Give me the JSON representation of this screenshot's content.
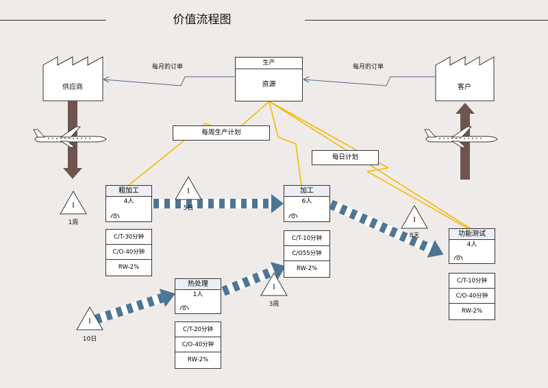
{
  "title": "价值流程图",
  "supplier": {
    "label": "供应商"
  },
  "customer": {
    "label": "客户"
  },
  "control": {
    "header": "生产",
    "body": "资源"
  },
  "info_flows": {
    "supplier_order": "每月的订单",
    "customer_order": "每月的订单"
  },
  "plans": {
    "weekly": "每周生产计划",
    "daily": "每日计划"
  },
  "processes": [
    {
      "name": "粗加工",
      "people": "4人",
      "data": [
        "C/T-30分钟",
        "C/O-40分钟",
        "RW-2%"
      ]
    },
    {
      "name": "加工",
      "people": "6人",
      "data": [
        "C/T-10分钟",
        "C/O55分钟",
        "RW-2%"
      ]
    },
    {
      "name": "热处理",
      "people": "1人",
      "data": [
        "C/T-20分钟",
        "C/O-40分钟",
        "RW-2%"
      ]
    },
    {
      "name": "功能测试",
      "people": "4人",
      "data": [
        "C/T-10分钟",
        "C/O-40分钟",
        "RW-2%"
      ]
    }
  ],
  "inventories": [
    {
      "glyph": "I",
      "label": "1周"
    },
    {
      "glyph": "I",
      "label": "5日"
    },
    {
      "glyph": "I",
      "label": "8天"
    },
    {
      "glyph": "I",
      "label": "3周"
    },
    {
      "glyph": "I",
      "label": "10日"
    }
  ],
  "colors": {
    "push_arrow": "#4e7694",
    "shipment_arrow": "#6f5550",
    "lightning": "#f5b800",
    "box_header": "#eceff5",
    "background": "#efebe9"
  },
  "icons": [
    "factory-icon",
    "airplane-icon",
    "operator-icon",
    "inventory-icon",
    "lightning-icon"
  ]
}
